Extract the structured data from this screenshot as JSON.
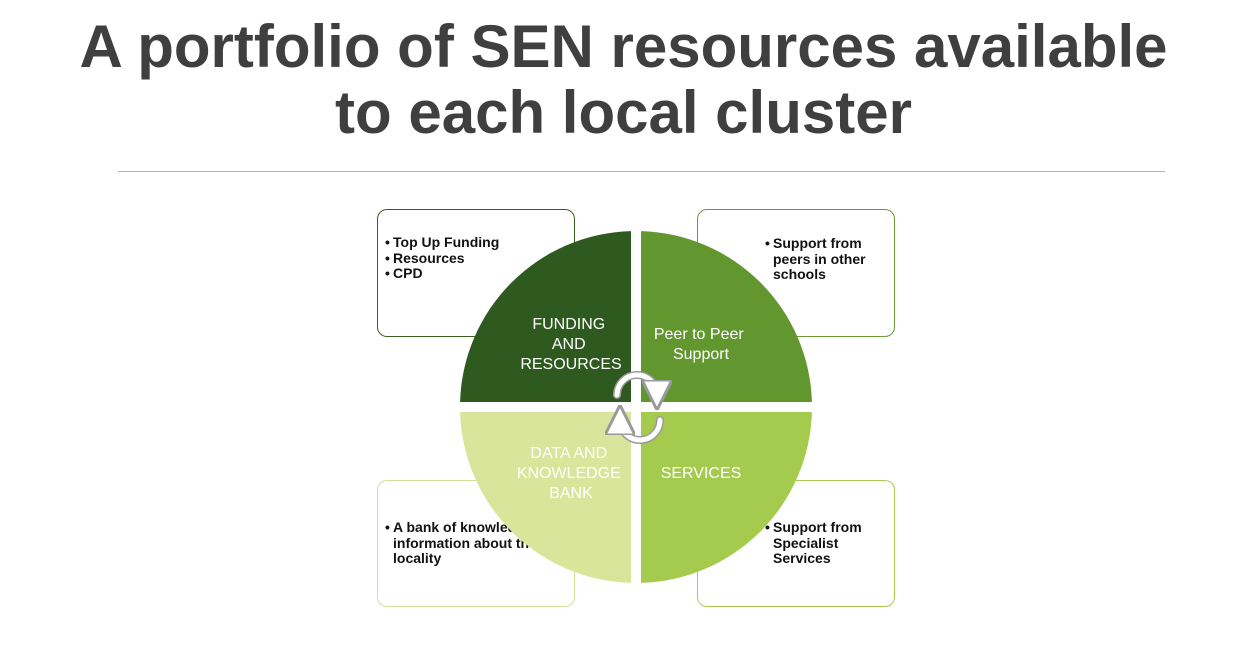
{
  "title": {
    "line1": "A portfolio of SEN resources available",
    "line2": "to each local cluster"
  },
  "quadrants": {
    "top_left": {
      "label": [
        "FUNDING",
        "AND",
        "RESOURCES"
      ],
      "color": "#2f5a1f"
    },
    "top_right": {
      "label": [
        "Peer to Peer",
        "Support"
      ],
      "color": "#62962f"
    },
    "bottom_left": {
      "label": [
        "DATA AND",
        "KNOWLEDGE",
        "BANK"
      ],
      "color": "#d9e59a"
    },
    "bottom_right": {
      "label": [
        "SERVICES"
      ],
      "color": "#a5cb4e"
    }
  },
  "boxes": {
    "top_left": {
      "items": [
        "Top Up Funding",
        "Resources",
        "CPD"
      ]
    },
    "top_right": {
      "items": [
        "Support from peers in other schools"
      ]
    },
    "bottom_left": {
      "items": [
        "A bank of knowledge and information about the locality"
      ]
    },
    "bottom_right": {
      "items": [
        "Support  from Specialist Services"
      ]
    }
  },
  "icons": {
    "center": "circular-arrows-icon"
  }
}
